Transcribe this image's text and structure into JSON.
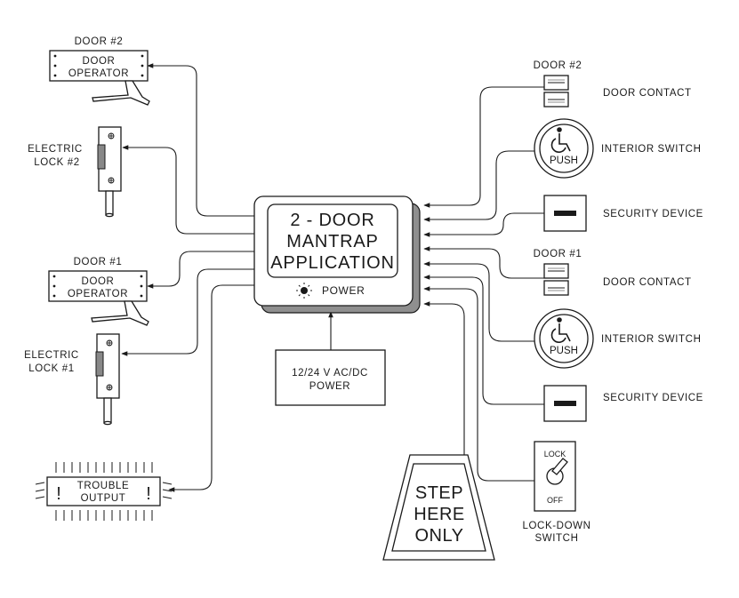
{
  "center": {
    "title_line1": "2 - DOOR",
    "title_line2": "MANTRAP",
    "title_line3": "APPLICATION",
    "power_label": "POWER"
  },
  "power_supply": {
    "line1": "12/24 V AC/DC",
    "line2": "POWER"
  },
  "left": {
    "door2_title": "DOOR #2",
    "door2_operator_line1": "DOOR",
    "door2_operator_line2": "OPERATOR",
    "lock2_line1": "ELECTRIC",
    "lock2_line2": "LOCK #2",
    "door1_title": "DOOR #1",
    "door1_operator_line1": "DOOR",
    "door1_operator_line2": "OPERATOR",
    "lock1_line1": "ELECTRIC",
    "lock1_line2": "LOCK #1",
    "trouble_line1": "TROUBLE",
    "trouble_line2": "OUTPUT",
    "trouble_mark": "!"
  },
  "right": {
    "door2_title": "DOOR #2",
    "door2_contact": "DOOR CONTACT",
    "interior_switch_top": "INTERIOR SWITCH",
    "push_top": "PUSH",
    "security_device_top": "SECURITY DEVICE",
    "door1_title": "DOOR #1",
    "door1_contact": "DOOR CONTACT",
    "interior_switch_bottom": "INTERIOR SWITCH",
    "push_bottom": "PUSH",
    "security_device_bottom": "SECURITY DEVICE",
    "lock_label": "LOCK",
    "off_label": "OFF",
    "lockdown_line1": "LOCK-DOWN",
    "lockdown_line2": "SWITCH"
  },
  "mat": {
    "line1": "STEP",
    "line2": "HERE",
    "line3": "ONLY"
  },
  "icons": [
    "wheelchair-icon",
    "power-led-icon",
    "arrow-icon"
  ]
}
